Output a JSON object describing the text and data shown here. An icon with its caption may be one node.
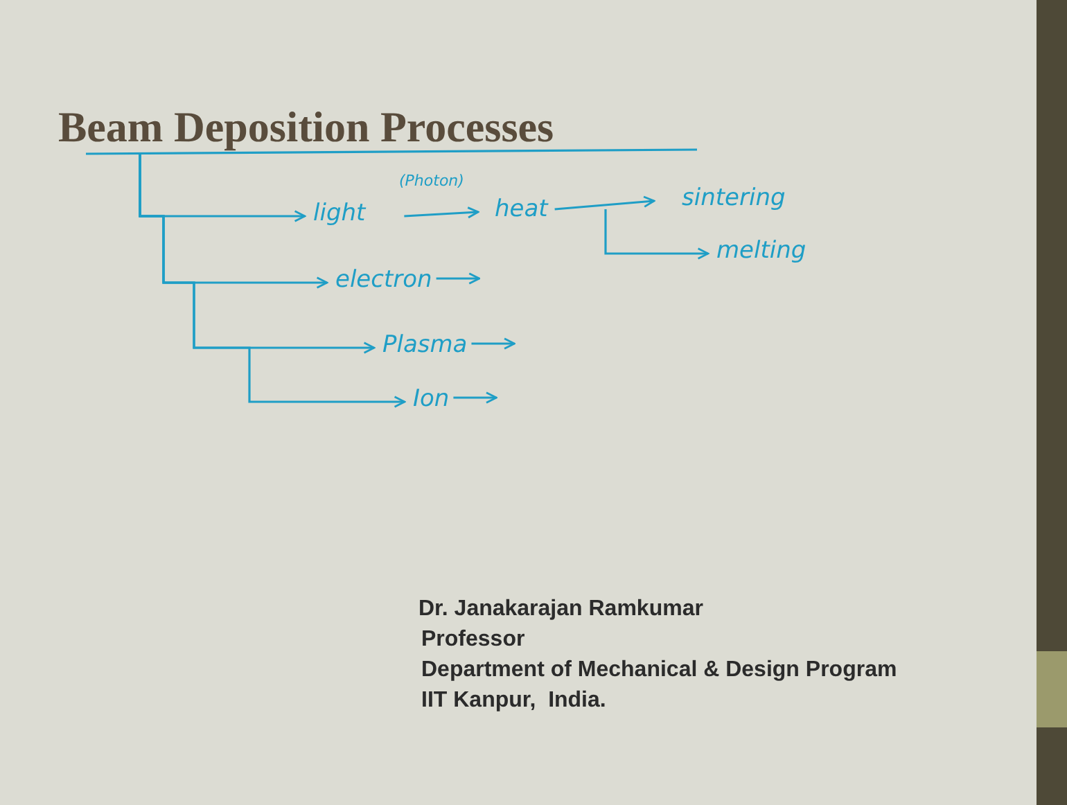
{
  "diagram": {
    "nodes": [
      {
        "text": [
          "Beam Deposition Processes"
        ]
      },
      {
        "text": [
          "light"
        ],
        "beside": [
          "(Photon)"
        ]
      },
      {
        "text": [
          "heat"
        ]
      },
      {
        "text": [
          "sintering"
        ]
      },
      {
        "text": [
          "melting"
        ]
      },
      {
        "text": [
          "electron"
        ]
      },
      {
        "text": [
          "Plasma"
        ]
      },
      {
        "text": [
          "Ion"
        ]
      }
    ],
    "edges": [
      {
        "from": 0,
        "to": 1,
        "arrow": "to"
      },
      {
        "from": 0,
        "to": 5,
        "arrow": "to"
      },
      {
        "from": 0,
        "to": 6,
        "arrow": "to"
      },
      {
        "from": 0,
        "to": 7,
        "arrow": "to"
      },
      {
        "from": 1,
        "to": 2,
        "arrow": "to"
      },
      {
        "from": 2,
        "to": 3,
        "arrow": "to"
      },
      {
        "from": 2,
        "to": 4,
        "arrow": "to"
      },
      {
        "from": 5,
        "to": null,
        "arrow": "to"
      },
      {
        "from": 6,
        "to": null,
        "arrow": "to"
      },
      {
        "from": 7,
        "to": null,
        "arrow": "to"
      }
    ],
    "labels": [
      "Dr. Janakarajan Ramkumar",
      "Professor",
      "Department of Mechanical & Design Program",
      "IIT Kanpur,  India."
    ]
  }
}
